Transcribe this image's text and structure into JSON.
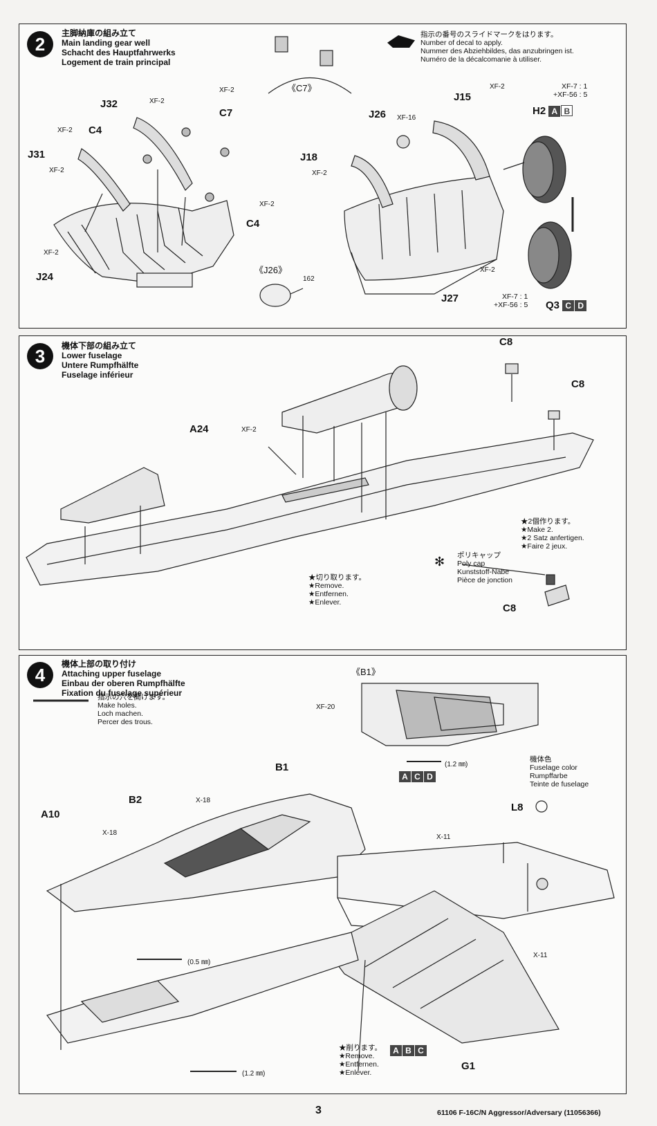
{
  "steps": {
    "s2": {
      "number": "2",
      "titles": [
        "主脚納庫の組み立て",
        "Main landing gear well",
        "Schacht des Hauptfahrwerks",
        "Logement de train principal"
      ],
      "decal_note": [
        "指示の番号のスライドマークをはります。",
        "Number of decal to apply.",
        "Nummer des Abziehbildes, das anzubringen ist.",
        "Numéro de la décalcomanie à utiliser."
      ],
      "labels": {
        "c7_callout": "《C7》",
        "j26_callout": "《J26》",
        "j26_decal": "162",
        "j32": "J32",
        "c4a": "C4",
        "j31": "J31",
        "c7": "C7",
        "c4b": "C4",
        "j24": "J24",
        "j26": "J26",
        "j15": "J15",
        "j18": "J18",
        "h2": "H2",
        "q3": "Q3",
        "j27": "J27"
      },
      "paints": {
        "xf2": "XF-2",
        "xf16": "XF-16",
        "h2_mix": [
          "XF-7 : 1",
          "+XF-56 : 5"
        ],
        "q3_mix": [
          "XF-7 : 1",
          "+XF-56 : 5"
        ]
      },
      "h2_badges": [
        "A",
        "B"
      ],
      "q3_badges": [
        "C",
        "D"
      ]
    },
    "s3": {
      "number": "3",
      "titles": [
        "機体下部の組み立て",
        "Lower fuselage",
        "Untere Rumpfhälfte",
        "Fuselage inférieur"
      ],
      "labels": {
        "a24": "A24",
        "c8a": "C8",
        "c8b": "C8",
        "c8c": "C8",
        "xf2": "XF-2"
      },
      "make2": [
        "★2個作ります。",
        "★Make 2.",
        "★2 Satz anfertigen.",
        "★Faire 2 jeux."
      ],
      "remove": [
        "★切り取ります。",
        "★Remove.",
        "★Entfernen.",
        "★Enlever."
      ],
      "polycap": [
        "ポリキャップ",
        "Poly cap",
        "Kunststoff-Nabe",
        "Pièce de jonction"
      ]
    },
    "s4": {
      "number": "4",
      "titles": [
        "機体上部の取り付け",
        "Attaching upper fuselage",
        "Einbau der oberen Rumpfhälfte",
        "Fixation du fuselage supérieur"
      ],
      "holes": [
        "指示の穴を開けます。",
        "Make holes.",
        "Loch machen.",
        "Percer des trous."
      ],
      "b1_callout": "《B1》",
      "fuselage_color": [
        "機体色",
        "Fuselage color",
        "Rumpffarbe",
        "Teinte de fuselage"
      ],
      "remove": [
        "★削ります。",
        "★Remove.",
        "★Entfernen.",
        "★Enlever."
      ],
      "labels": {
        "a10": "A10",
        "b2": "B2",
        "b1": "B1",
        "l8": "L8",
        "g1": "G1",
        "x18a": "X-18",
        "x18b": "X-18",
        "xf20": "XF-20",
        "x11a": "X-11",
        "x11b": "X-11",
        "drill_12a": "(1.2 ㎜)",
        "drill_05": "(0.5 ㎜)",
        "drill_12b": "(1.2 ㎜)"
      },
      "drill_badges": [
        "A",
        "C",
        "D"
      ],
      "remove_badges": [
        "A",
        "B",
        "C"
      ]
    }
  },
  "footer": {
    "page": "3",
    "code": "61106  F-16C/N Aggressor/Adversary (11056366)"
  }
}
